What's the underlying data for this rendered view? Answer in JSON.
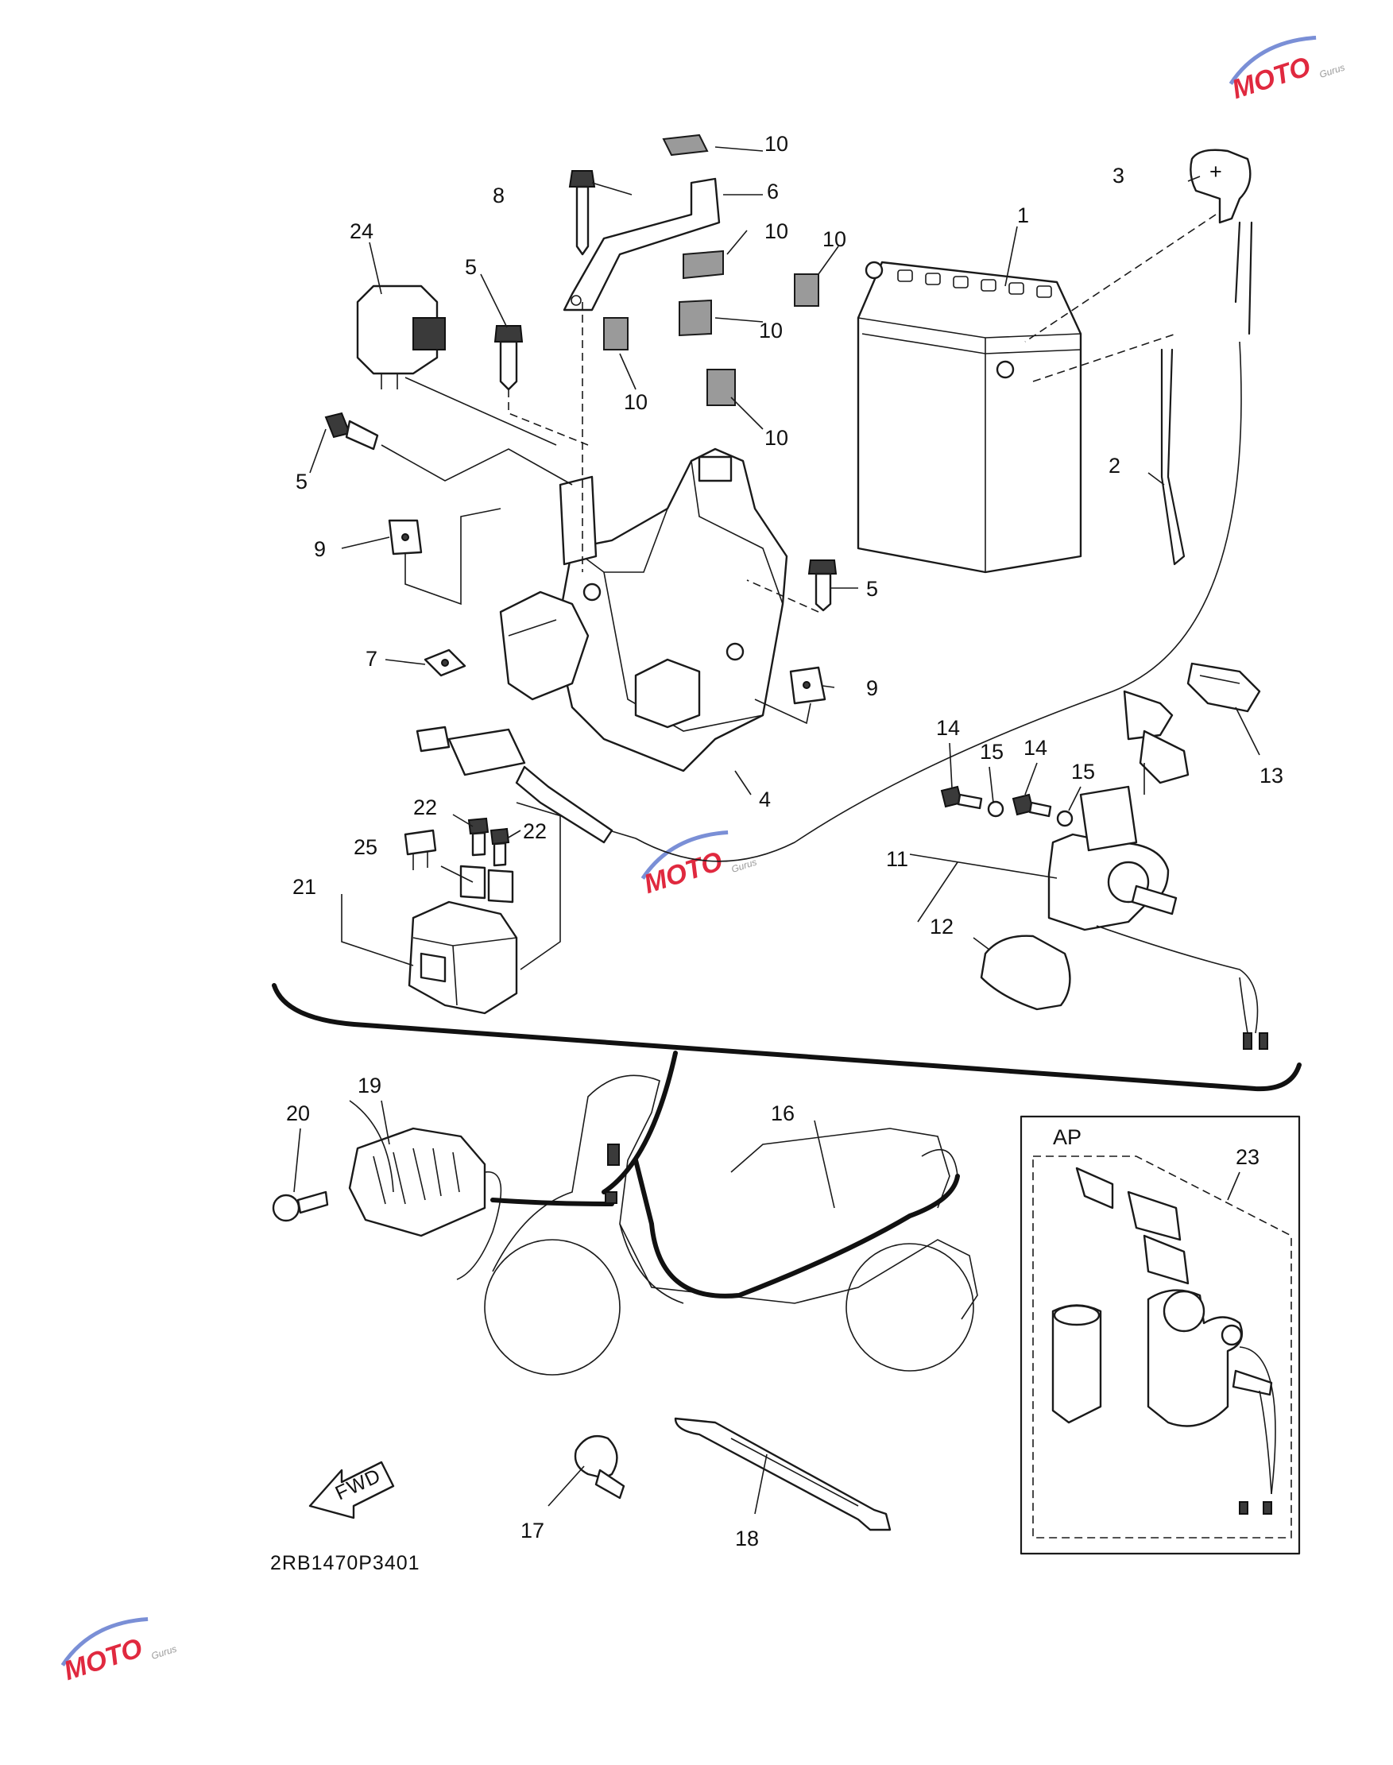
{
  "callouts": [
    "1",
    "2",
    "3",
    "4",
    "5",
    "6",
    "7",
    "8",
    "9",
    "10",
    "11",
    "12",
    "13",
    "14",
    "15",
    "16",
    "17",
    "18",
    "19",
    "20",
    "21",
    "22",
    "23",
    "24",
    "25"
  ],
  "diagram_code": "2RB1470P3401",
  "kit_label": "AP",
  "fwd_label": "FWD",
  "battery_terminal_symbol": "+",
  "watermark": {
    "brand": "MOTO",
    "sub": "Gurus",
    "color": "#e0293f",
    "accent": "#7a8fd6"
  }
}
